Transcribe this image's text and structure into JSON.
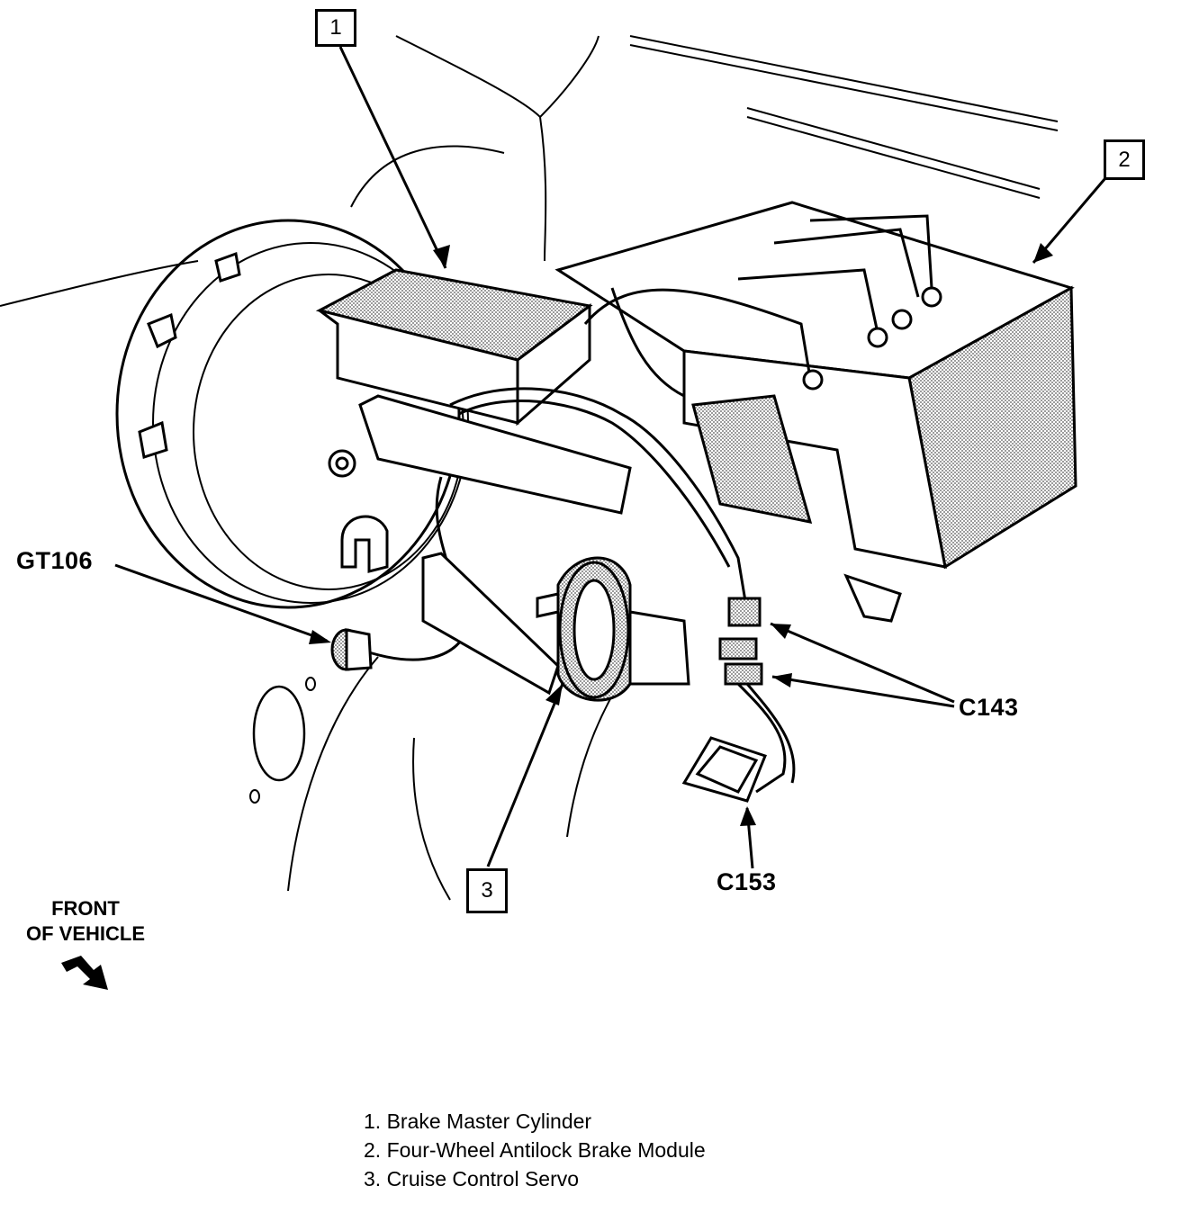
{
  "callouts": {
    "one": "1",
    "two": "2",
    "three": "3"
  },
  "connectors": {
    "gt106": "GT106",
    "c143": "C143",
    "c153": "C153"
  },
  "orientation": {
    "line1": "FRONT",
    "line2": "OF VEHICLE"
  },
  "legend": [
    "1. Brake Master Cylinder",
    "2. Four-Wheel Antilock Brake Module",
    "3. Cruise Control Servo"
  ]
}
